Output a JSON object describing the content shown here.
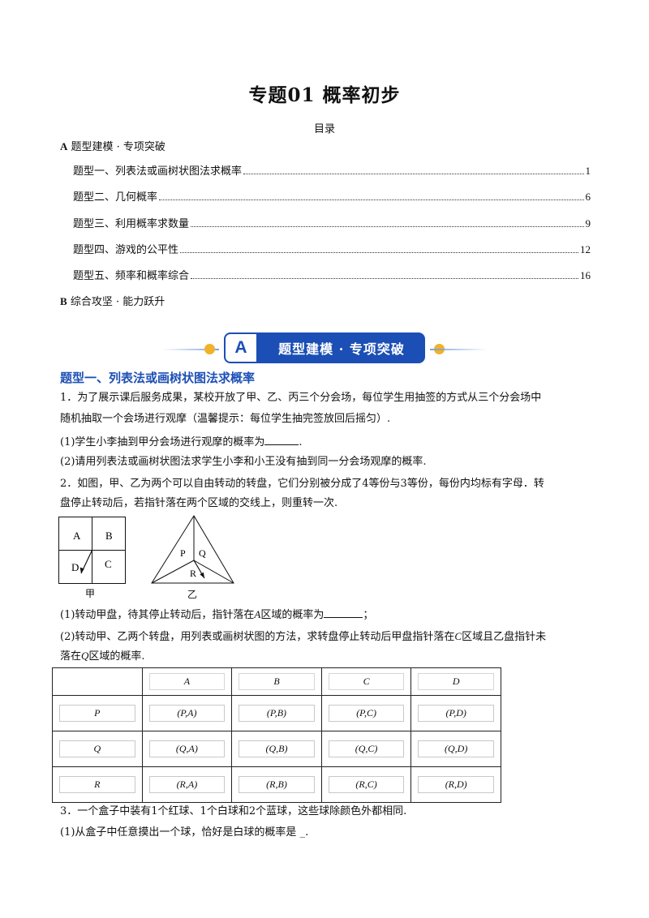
{
  "title": "专题01  概率初步",
  "toc": {
    "heading": "目录",
    "section_a": {
      "letter": "A",
      "text": "题型建模 · 专项突破"
    },
    "items": [
      {
        "label": "题型一、列表法或画树状图法求概率",
        "page": "1"
      },
      {
        "label": "题型二、几何概率",
        "page": "6"
      },
      {
        "label": "题型三、利用概率求数量",
        "page": "9"
      },
      {
        "label": "题型四、游戏的公平性",
        "page": "12"
      },
      {
        "label": "题型五、频率和概率综合",
        "page": "16"
      }
    ],
    "section_b": {
      "letter": "B",
      "text": "综合攻坚 · 能力跃升"
    }
  },
  "banner": {
    "letter": "A",
    "text": "题型建模 · 专项突破"
  },
  "section_title": "题型一、列表法或画树状图法求概率",
  "q1": {
    "line1": "1．为了展示课后服务成果，某校开放了甲、乙、丙三个分会场，每位学生用抽签的方式从三个分会场中",
    "line2": "随机抽取一个会场进行观摩（温馨提示：每位学生抽完签放回后摇匀）.",
    "part1": "(1)学生小李抽到甲分会场进行观摩的概率为",
    "part1_end": ".",
    "part2": "(2)请用列表法或画树状图法求学生小李和小王没有抽到同一分会场观摩的概率."
  },
  "q2": {
    "line1": "2．如图，甲、乙为两个可以自由转动的转盘，它们分别被分成了4等份与3等份，每份内均标有字母．转",
    "line2": "盘停止转动后，若指针落在两个区域的交线上，则重转一次.",
    "fig_jia": {
      "regions": [
        "A",
        "B",
        "D",
        "C"
      ],
      "caption": "甲"
    },
    "fig_yi": {
      "regions": [
        "P",
        "Q",
        "R"
      ],
      "caption": "乙"
    },
    "part1_a": "(1)转动甲盘，待其停止转动后，指针落在",
    "part1_var": "A",
    "part1_b": "区域的概率为",
    "part1_end": "；",
    "part2_a": "(2)转动甲、乙两个转盘，用列表或画树状图的方法，求转盘停止转动后甲盘指针落在",
    "part2_var1": "C",
    "part2_b": "区域且乙盘指针未",
    "part2_c": "落在",
    "part2_var2": "Q",
    "part2_d": "区域的概率."
  },
  "table": {
    "columns": [
      "",
      "A",
      "B",
      "C",
      "D"
    ],
    "rows": [
      {
        "head": "P",
        "cells": [
          "(P,A)",
          "(P,B)",
          "(P,C)",
          "(P,D)"
        ]
      },
      {
        "head": "Q",
        "cells": [
          "(Q,A)",
          "(Q,B)",
          "(Q,C)",
          "(Q,D)"
        ]
      },
      {
        "head": "R",
        "cells": [
          "(R,A)",
          "(R,B)",
          "(R,C)",
          "(R,D)"
        ]
      }
    ]
  },
  "q3": {
    "line1": "3．一个盒子中装有1个红球、1个白球和2个蓝球，这些球除颜色外都相同.",
    "part1": "(1)从盒子中任意摸出一个球，恰好是白球的概率是",
    "part1_blank": "_",
    "part1_end": "."
  }
}
